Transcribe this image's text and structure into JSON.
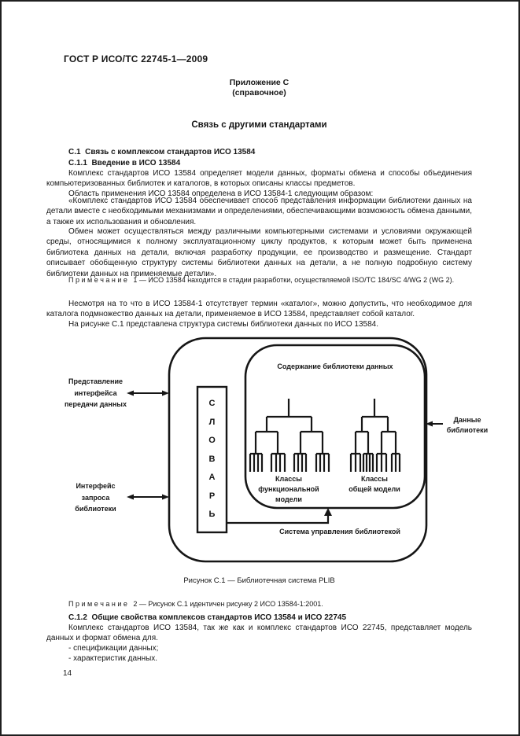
{
  "document": {
    "header": "ГОСТ Р ИСО/ТС 22745-1—2009",
    "page_number": "14"
  },
  "annex": {
    "label": "Приложение С",
    "type": "(справочное)",
    "title": "Связь с другими стандартами"
  },
  "body": {
    "c1_heading": "С.1  Связь с комплексом стандартов ИСО 13584",
    "c11_heading": "С.1.1  Введение в ИСО 13584",
    "p1": "Комплекс стандартов ИСО 13584 определяет модели данных, форматы обмена и способы объединения компьютеризованных библиотек и каталогов, в которых описаны классы предметов.",
    "p2": "Область применения ИСО 13584 определена в ИСО 13584-1 следующим образом:",
    "p3": "«Комплекс стандартов ИСО 13584 обеспечивает способ представления информации библиотеки данных на детали вместе с необходимыми механизмами и определениями, обеспечивающими возможность обмена данными, а также их использования и обновления.",
    "p4": "Обмен может осуществляться между различными компьютерными системами и условиями окружающей среды, относящимися к полному эксплуатационному циклу продуктов, к которым может быть применена библиотека данных на детали, включая разработку продукции, ее производство и размещение. Стандарт описывает обобщенную структуру системы библиотеки данных на детали, а не полную подробную систему библиотеки данных на применяемые детали».",
    "note1": "П р и м е ч а н и е   1 — ИСО 13584 находится в стадии разработки, осуществляемой ISO/TC 184/SC 4/WG 2 (WG 2).",
    "p5": "Несмотря на то что в ИСО 13584-1 отсутствует термин «каталог», можно допустить, что необходимое для каталога подмножество данных на детали, применяемое в ИСО 13584, представляет собой каталог.",
    "p6": "На рисунке С.1 представлена структура системы библиотеки данных по ИСО 13584."
  },
  "figure": {
    "dictionary": "С\nЛ\nО\nВ\nА\nР\nЬ",
    "content_title": "Содержание библиотеки данных",
    "functional_classes": "Классы\nфункциональной\nмодели",
    "general_classes": "Классы\nобщей модели",
    "management_system": "Система управления библиотекой",
    "left_top_label": "Представление\nинтерфейса\nпередачи данных",
    "left_bottom_label": "Интерфейс\nзапроса\nбиблиотеки",
    "right_label": "Данные\nбиблиотеки"
  },
  "after": {
    "figure_caption": "Рисунок С.1 — Библиотечная система PLIB",
    "note2": "П р и м е ч а н и е   2 — Рисунок С.1 идентичен рисунку 2 ИСО 13584-1:2001.",
    "c12_heading": "С.1.2  Общие свойства комплексов стандартов ИСО 13584 и ИСО 22745",
    "p7": "Комплекс стандартов ИСО 13584, так же как и комплекс стандартов ИСО 22745, представляет модель данных и формат обмена для.",
    "items": [
      "- спецификации данных;",
      "- характеристик данных."
    ]
  },
  "colors": {
    "text": "#161616",
    "line": "#161616",
    "background": "#ffffff"
  }
}
